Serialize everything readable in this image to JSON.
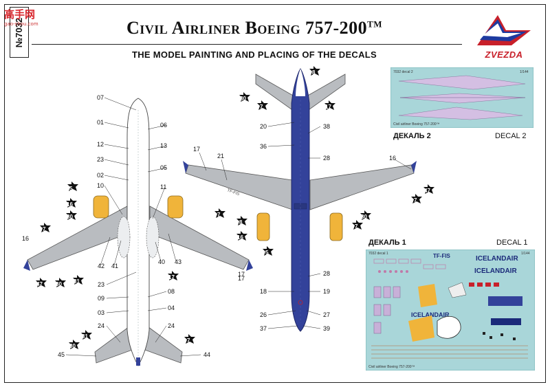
{
  "header": {
    "kit_number": "№7032",
    "title": "Civil Airliner Boeing 757-200",
    "title_tm": "TM",
    "subtitle": "THE MODEL PAINTING AND PLACING OF THE DECALS",
    "logo_text": "ZVEZDA",
    "watermark": "高手网",
    "watermark_sub": "gao-shou.com"
  },
  "colors": {
    "fuselage_blue": "#33429a",
    "wing_grey": "#b9bcc0",
    "engine_yellow": "#f0b43a",
    "decal_bg": "#a9d6d9",
    "decal_lilac": "#d4bfe3",
    "star_black": "#111111",
    "brand_red": "#c8202a"
  },
  "top_view_labels": {
    "l07": "07",
    "l01": "01",
    "l12": "12",
    "l23a": "23",
    "l02": "02",
    "l10": "10",
    "l06": "06",
    "l13": "13",
    "l05": "05",
    "l11": "11",
    "l16a": "16",
    "l42": "42",
    "l41": "41",
    "l40": "40",
    "l43": "43",
    "l17a": "17",
    "l23b": "23",
    "l09": "09",
    "l03": "03",
    "l24a": "24",
    "l08": "08",
    "l04": "04",
    "l24b": "24",
    "l45": "45",
    "l44": "44"
  },
  "top_view_stars": {
    "s5": "5",
    "s16": "16",
    "s30a": "30",
    "s7a": "7",
    "s47": "47",
    "s30b": "30",
    "s31a": "31",
    "s17": "17",
    "s31b": "31",
    "s30c": "30",
    "s7b": "7",
    "s7c": "7"
  },
  "bottom_view_labels": {
    "l17": "17",
    "l21": "21",
    "l20": "20",
    "l36": "36",
    "l38": "38",
    "l28a": "28",
    "l16": "16",
    "l17b": "17",
    "l28b": "28",
    "l18": "18",
    "l19": "19",
    "l26": "26",
    "l27": "27",
    "l37": "37",
    "l39": "39"
  },
  "bottom_view_stars": {
    "s8a": "8",
    "s30a": "30",
    "s7a": "7",
    "s17": "17",
    "s8b": "8",
    "s16": "16",
    "s5": "5",
    "s7b": "7",
    "s30b": "30",
    "s47": "47",
    "s7c": "7"
  },
  "decal2": {
    "caption_ru": "ДЕКАЛЬ 2",
    "caption_en": "DECAL 2",
    "sheet_id": "7032 decal 2",
    "scale": "1/144",
    "sheet_footer": "Civil airliner Boeing 757-200™"
  },
  "decal1": {
    "caption_ru": "ДЕКАЛЬ 1",
    "caption_en": "DECAL 1",
    "sheet_id": "7032 decal 1",
    "scale": "1/144",
    "registration": "TF-FIS",
    "brand_large": "ICELANDAIR",
    "brand_mid": "ICELANDAIR",
    "brand_tail": "ICELANDAIR",
    "sheet_footer": "Civil airliner Boeing 757-200™"
  }
}
